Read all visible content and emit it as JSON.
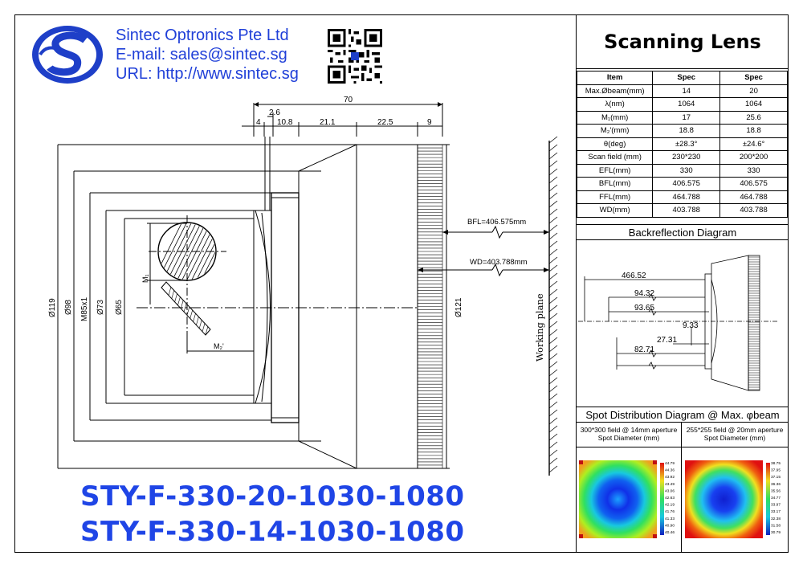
{
  "company": {
    "name": "Sintec Optronics Pte Ltd",
    "email": "E-mail: sales@sintec.sg",
    "url": "URL: http://www.sintec.sg"
  },
  "product_title": "Scanning Lens",
  "models": [
    "STY-F-330-20-1030-1080",
    "STY-F-330-14-1030-1080"
  ],
  "spec_table": {
    "headers": [
      "Item",
      "Spec",
      "Spec"
    ],
    "rows": [
      [
        "Max.Øbeam(mm)",
        "14",
        "20"
      ],
      [
        "λ(nm)",
        "1064",
        "1064"
      ],
      [
        "M₁(mm)",
        "17",
        "25.6"
      ],
      [
        "M₂'(mm)",
        "18.8",
        "18.8"
      ],
      [
        "θ(deg)",
        "±28.3°",
        "±24.6°"
      ],
      [
        "Scan field (mm)",
        "230*230",
        "200*200"
      ],
      [
        "EFL(mm)",
        "330",
        "330"
      ],
      [
        "BFL(mm)",
        "406.575",
        "406.575"
      ],
      [
        "FFL(mm)",
        "464.788",
        "464.788"
      ],
      [
        "WD(mm)",
        "403.788",
        "403.788"
      ]
    ]
  },
  "backreflection": {
    "title": "Backreflection Diagram",
    "dims": [
      "466.52",
      "94.32",
      "93.65",
      "9.33",
      "27.31",
      "82.71"
    ]
  },
  "spot": {
    "title": "Spot Distribution Diagram @ Max. φbeam",
    "left_caption_1": "300*300 field @ 14mm aperture",
    "left_caption_2": "Spot Diameter  (mm)",
    "right_caption_1": "255*255 field @ 20mm aperture",
    "right_caption_2": "Spot Diameter  (mm)",
    "left_scale": [
      "44.79",
      "44.36",
      "43.92",
      "43.49",
      "43.06",
      "42.63",
      "42.19",
      "41.76",
      "41.33",
      "40.90",
      "40.46"
    ],
    "right_scale": [
      "38.75",
      "37.95",
      "37.15",
      "36.36",
      "35.56",
      "34.77",
      "33.97",
      "33.17",
      "32.38",
      "31.58",
      "30.79"
    ]
  },
  "drawing": {
    "top_dims": [
      "70",
      "2.6",
      "4",
      "10.8",
      "21.1",
      "22.5",
      "9"
    ],
    "side_dims": [
      "Ø119",
      "Ø98",
      "M85x1",
      "Ø73",
      "Ø65",
      "Ø121"
    ],
    "bfl": "BFL=406.575mm",
    "wd": "WD=403.788mm",
    "working_plane": "Working plane",
    "m1": "M₁",
    "m2": "M₂'"
  }
}
